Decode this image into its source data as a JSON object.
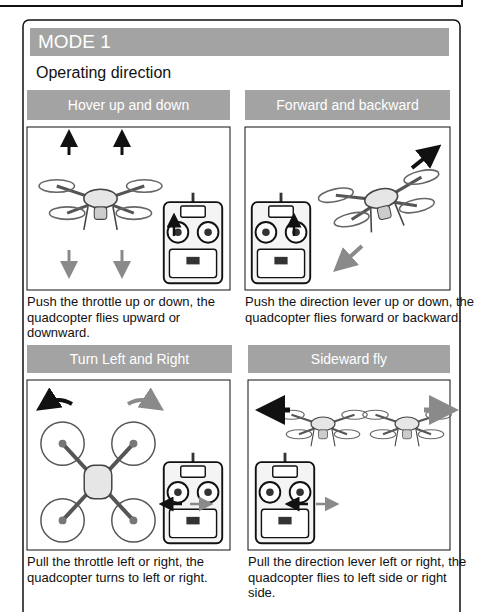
{
  "diagram": {
    "title": "MODE 1",
    "nodes": [
      {
        "text": [
          "Hover up and down"
        ]
      },
      {
        "text": [
          "Forward and backward"
        ]
      },
      {
        "text": [
          "Turn Left and Right"
        ]
      },
      {
        "text": [
          "Sideward fly"
        ]
      }
    ],
    "labels": [
      "Operating direction",
      "Push the throttle up or down, the quadcopter flies upward or downward.",
      "Push the direction lever up or down, the quadcopter flies forward or backward.",
      "Pull the throttle left or right, the quadcopter turns to left or right.",
      "Pull the direction lever left or right, the quadcopter flies to left side or right side."
    ]
  }
}
